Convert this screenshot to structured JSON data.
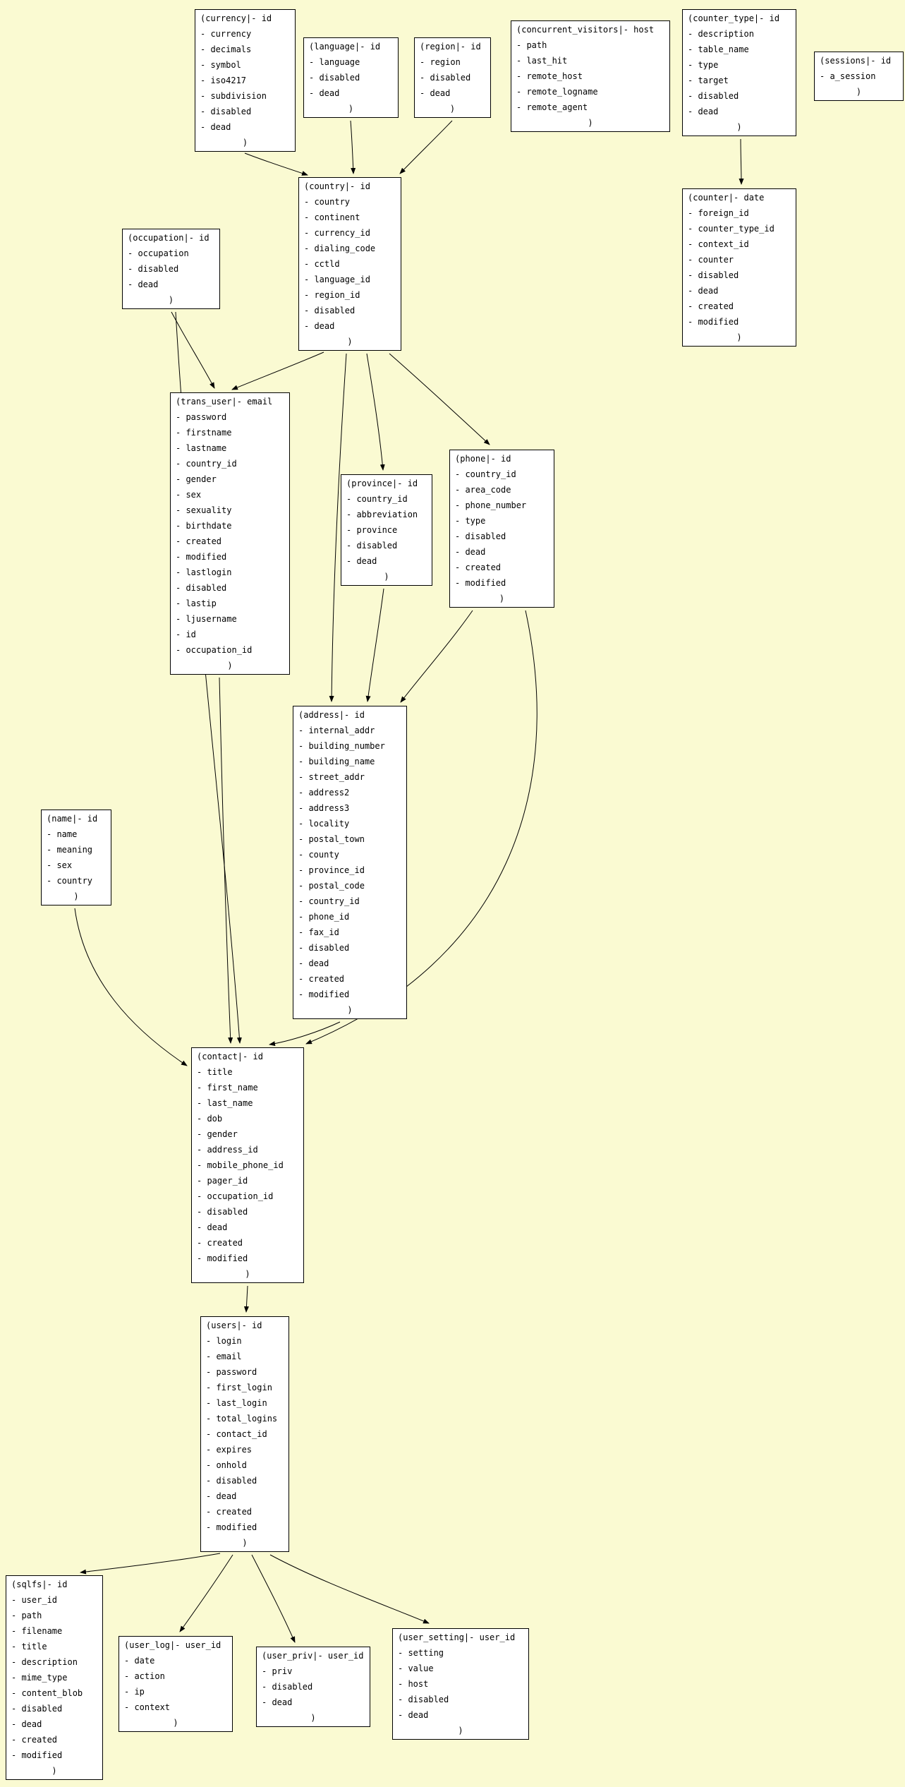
{
  "diagram": {
    "background_color": "#fafad2",
    "box_fill_color": "#ffffff",
    "box_border_color": "#000000",
    "edge_color": "#000000",
    "close_bracket": ")"
  },
  "tables": [
    {
      "id": "currency",
      "header": "(currency|- id",
      "fields": [
        "currency",
        "decimals",
        "symbol",
        "iso4217",
        "subdivision",
        "disabled",
        "dead"
      ]
    },
    {
      "id": "language",
      "header": "(language|- id",
      "fields": [
        "language",
        "disabled",
        "dead"
      ]
    },
    {
      "id": "region",
      "header": "(region|- id",
      "fields": [
        "region",
        "disabled",
        "dead"
      ]
    },
    {
      "id": "concurrent_visitors",
      "header": "(concurrent_visitors|- host",
      "fields": [
        "path",
        "last_hit",
        "remote_host",
        "remote_logname",
        "remote_agent"
      ]
    },
    {
      "id": "counter_type",
      "header": "(counter_type|- id",
      "fields": [
        "description",
        "table_name",
        "type",
        "target",
        "disabled",
        "dead"
      ]
    },
    {
      "id": "sessions",
      "header": "(sessions|- id",
      "fields": [
        "a_session"
      ]
    },
    {
      "id": "counter",
      "header": "(counter|- date",
      "fields": [
        "foreign_id",
        "counter_type_id",
        "context_id",
        "counter",
        "disabled",
        "dead",
        "created",
        "modified"
      ]
    },
    {
      "id": "country",
      "header": "(country|- id",
      "fields": [
        "country",
        "continent",
        "currency_id",
        "dialing_code",
        "cctld",
        "language_id",
        "region_id",
        "disabled",
        "dead"
      ]
    },
    {
      "id": "occupation",
      "header": "(occupation|- id",
      "fields": [
        "occupation",
        "disabled",
        "dead"
      ]
    },
    {
      "id": "trans_user",
      "header": "(trans_user|- email",
      "fields": [
        "password",
        "firstname",
        "lastname",
        "country_id",
        "gender",
        "sex",
        "sexuality",
        "birthdate",
        "created",
        "modified",
        "lastlogin",
        "disabled",
        "lastip",
        "ljusername",
        "id",
        "occupation_id"
      ]
    },
    {
      "id": "province",
      "header": "(province|- id",
      "fields": [
        "country_id",
        "abbreviation",
        "province",
        "disabled",
        "dead"
      ]
    },
    {
      "id": "phone",
      "header": "(phone|- id",
      "fields": [
        "country_id",
        "area_code",
        "phone_number",
        "type",
        "disabled",
        "dead",
        "created",
        "modified"
      ]
    },
    {
      "id": "address",
      "header": "(address|- id",
      "fields": [
        "internal_addr",
        "building_number",
        "building_name",
        "street_addr",
        "address2",
        "address3",
        "locality",
        "postal_town",
        "county",
        "province_id",
        "postal_code",
        "country_id",
        "phone_id",
        "fax_id",
        "disabled",
        "dead",
        "created",
        "modified"
      ]
    },
    {
      "id": "name",
      "header": "(name|- id",
      "fields": [
        "name",
        "meaning",
        "sex",
        "country"
      ]
    },
    {
      "id": "contact",
      "header": "(contact|- id",
      "fields": [
        "title",
        "first_name",
        "last_name",
        "dob",
        "gender",
        "address_id",
        "mobile_phone_id",
        "pager_id",
        "occupation_id",
        "disabled",
        "dead",
        "created",
        "modified"
      ]
    },
    {
      "id": "users",
      "header": "(users|- id",
      "fields": [
        "login",
        "email",
        "password",
        "first_login",
        "last_login",
        "total_logins",
        "contact_id",
        "expires",
        "onhold",
        "disabled",
        "dead",
        "created",
        "modified"
      ]
    },
    {
      "id": "sqlfs",
      "header": "(sqlfs|- id",
      "fields": [
        "user_id",
        "path",
        "filename",
        "title",
        "description",
        "mime_type",
        "content_blob",
        "disabled",
        "dead",
        "created",
        "modified"
      ]
    },
    {
      "id": "user_log",
      "header": "(user_log|- user_id",
      "fields": [
        "date",
        "action",
        "ip",
        "context"
      ]
    },
    {
      "id": "user_priv",
      "header": "(user_priv|- user_id",
      "fields": [
        "priv",
        "disabled",
        "dead"
      ]
    },
    {
      "id": "user_setting",
      "header": "(user_setting|- user_id",
      "fields": [
        "setting",
        "value",
        "host",
        "disabled",
        "dead"
      ]
    }
  ],
  "edges": [
    {
      "from": "currency",
      "to": "country"
    },
    {
      "from": "language",
      "to": "country"
    },
    {
      "from": "region",
      "to": "country"
    },
    {
      "from": "counter_type",
      "to": "counter"
    },
    {
      "from": "country",
      "to": "trans_user"
    },
    {
      "from": "occupation",
      "to": "trans_user"
    },
    {
      "from": "country",
      "to": "province"
    },
    {
      "from": "country",
      "to": "phone"
    },
    {
      "from": "country",
      "to": "address"
    },
    {
      "from": "province",
      "to": "address"
    },
    {
      "from": "phone",
      "to": "address"
    },
    {
      "from": "phone",
      "to": "contact"
    },
    {
      "from": "trans_user",
      "to": "contact"
    },
    {
      "from": "occupation",
      "to": "contact"
    },
    {
      "from": "name",
      "to": "contact"
    },
    {
      "from": "address",
      "to": "contact"
    },
    {
      "from": "contact",
      "to": "users"
    },
    {
      "from": "users",
      "to": "sqlfs"
    },
    {
      "from": "users",
      "to": "user_log"
    },
    {
      "from": "users",
      "to": "user_priv"
    },
    {
      "from": "users",
      "to": "user_setting"
    }
  ]
}
